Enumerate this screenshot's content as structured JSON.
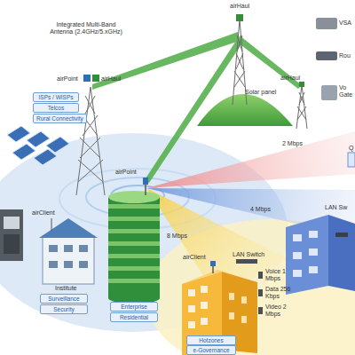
{
  "diagram": {
    "nodes": [
      {
        "text": [
          "ISPs / WISPs"
        ]
      },
      {
        "text": [
          "Telcos"
        ]
      },
      {
        "text": [
          "Rural Connectivity"
        ]
      },
      {
        "text": [
          "Surveillance"
        ]
      },
      {
        "text": [
          "Security"
        ]
      },
      {
        "text": [
          "Enterprise"
        ]
      },
      {
        "text": [
          "Residential"
        ]
      },
      {
        "text": [
          "Hotzones"
        ]
      },
      {
        "text": [
          "e-Governance"
        ]
      }
    ],
    "labels": [
      "airHaul",
      "Integrated Multi-Band Antenna (2.4GHz/5.xGHz)",
      "airPoint",
      "airHaul",
      "Solar panel",
      "airHaul",
      "VSA",
      "Rou",
      "Vo Gate",
      "airClient",
      "Institute",
      "airPoint",
      "2 Mbps",
      "4 Mbps",
      "8 Mbps",
      "airClient",
      "LAN Switch",
      "Voice 1 Mbps",
      "Data 256 Kbps",
      "Video 2 Mbps",
      "LAN Sw",
      "Q"
    ]
  }
}
